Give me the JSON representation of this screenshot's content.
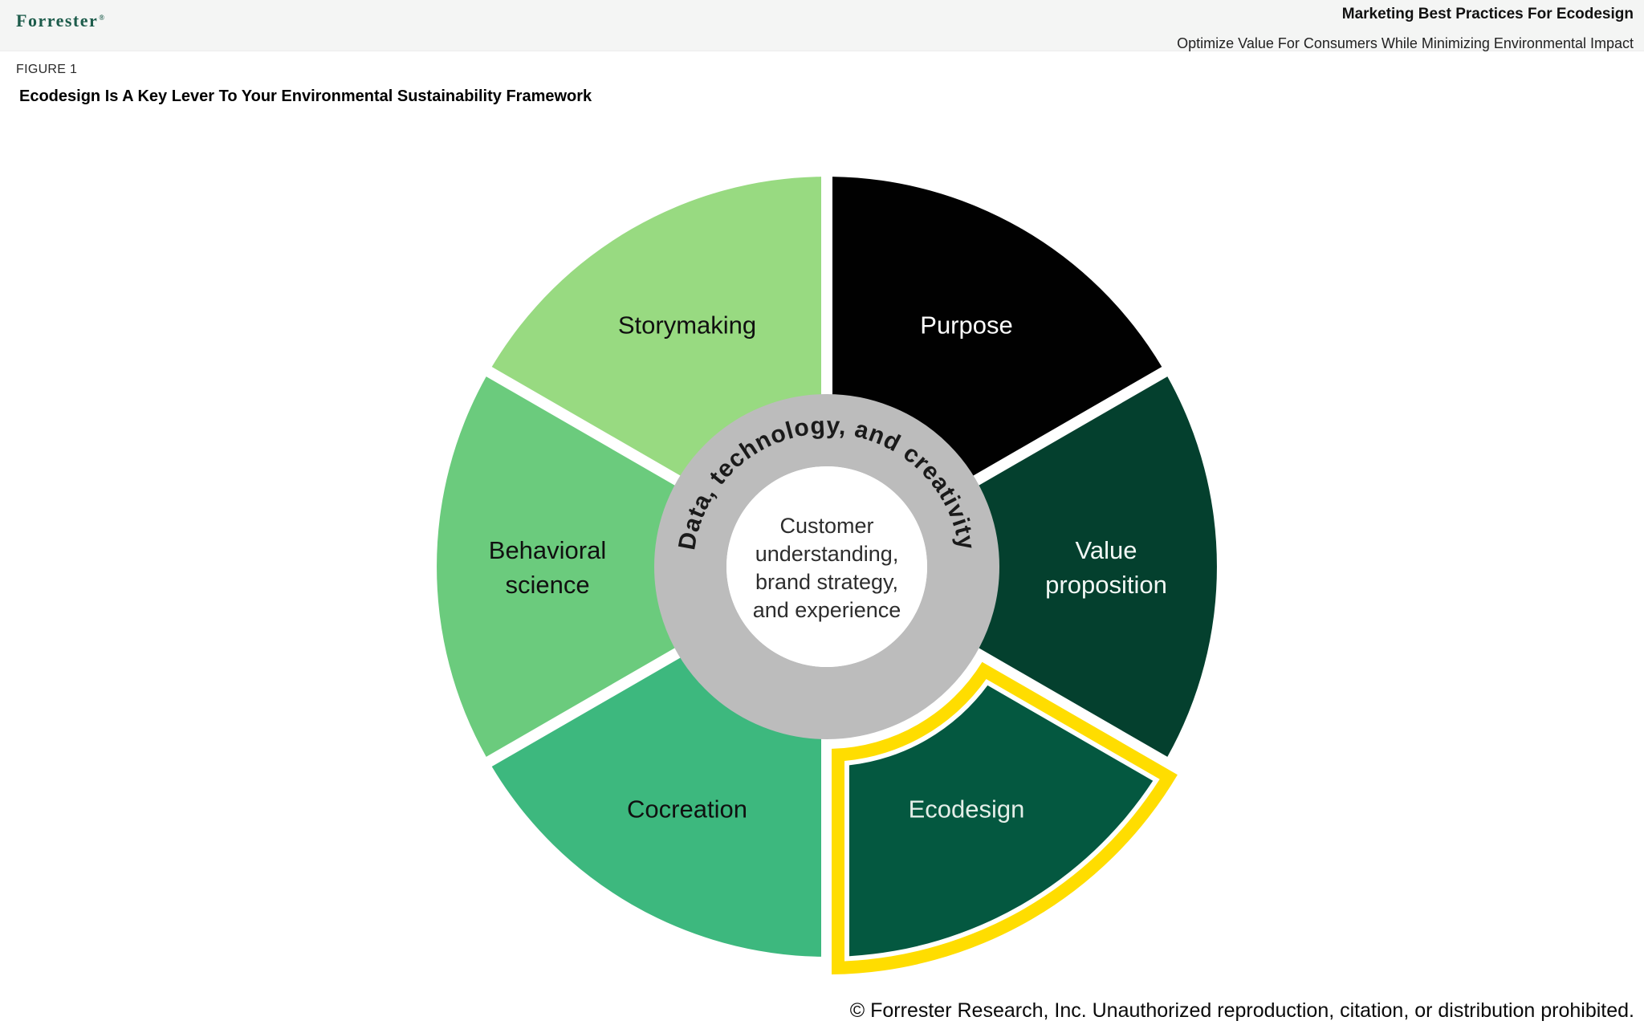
{
  "header": {
    "brand": "Forrester",
    "brand_registered": "®",
    "doc_title": "Marketing Best Practices For Ecodesign",
    "doc_subtitle": "Optimize Value For Consumers While Minimizing Environmental Impact"
  },
  "figure": {
    "label": "FIGURE 1",
    "title": "Ecodesign Is A Key Lever To Your Environmental Sustainability Framework"
  },
  "chart_data": {
    "type": "pie",
    "title": "Ecodesign Is A Key Lever To Your Environmental Sustainability Framework",
    "ring_label": "Data, technology, and creativity",
    "center_label": "Customer understanding, brand strategy, and experience",
    "center_lines": [
      "Customer",
      "understanding,",
      "brand strategy,",
      "and experience"
    ],
    "ring_color": "#bcbcbc",
    "center_color": "#ffffff",
    "gap_color": "#ffffff",
    "highlight_color": "#ffdd00",
    "segments": [
      {
        "label": "Purpose",
        "lines": [
          "Purpose"
        ],
        "start_angle": 0,
        "end_angle": 60,
        "color": "#010101",
        "text_color": "#ffffff",
        "highlighted": false
      },
      {
        "label": "Value proposition",
        "lines": [
          "Value",
          "proposition"
        ],
        "start_angle": 60,
        "end_angle": 120,
        "color": "#04402e",
        "text_color": "#f2f8f5",
        "highlighted": false
      },
      {
        "label": "Ecodesign",
        "lines": [
          "Ecodesign"
        ],
        "start_angle": 120,
        "end_angle": 180,
        "color": "#045840",
        "text_color": "#e4eee8",
        "highlighted": true
      },
      {
        "label": "Cocreation",
        "lines": [
          "Cocreation"
        ],
        "start_angle": 180,
        "end_angle": 240,
        "color": "#3db87e",
        "text_color": "#101010",
        "highlighted": false
      },
      {
        "label": "Behavioral science",
        "lines": [
          "Behavioral",
          "science"
        ],
        "start_angle": 240,
        "end_angle": 300,
        "color": "#6bcb7d",
        "text_color": "#101010",
        "highlighted": false
      },
      {
        "label": "Storymaking",
        "lines": [
          "Storymaking"
        ],
        "start_angle": 300,
        "end_angle": 360,
        "color": "#98da81",
        "text_color": "#101010",
        "highlighted": false
      }
    ]
  },
  "footer": {
    "copyright": "© Forrester Research, Inc. Unauthorized reproduction, citation, or distribution prohibited."
  }
}
